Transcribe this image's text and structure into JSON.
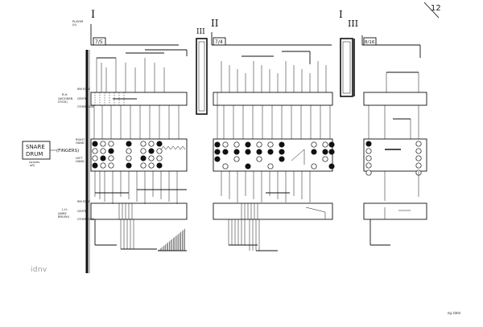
{
  "page": {
    "page_number": "12",
    "catalog_code": "eg 2362",
    "watermark": "idnv"
  },
  "player_label": "PLAYER\n(II)",
  "sections": [
    {
      "numeral": "I",
      "tempo_box": "7/5"
    },
    {
      "numeral": "II",
      "tempo_box": "7/4"
    },
    {
      "numeral": "I",
      "tempo_box": "8/16"
    }
  ],
  "sub_numerals": [
    "III",
    "III"
  ],
  "instrument": {
    "name": "SNARE\nDRUM",
    "note": "(snares\noff)",
    "fingers_label": "(FINGERS)"
  },
  "hands": {
    "rh_label": "R.H.",
    "rh_sub": "(WOODEN\nSTICK)",
    "lh_label": "L.H.",
    "lh_sub": "(WIRE\nBRUSH)",
    "right_hand": "RIGHT\nHAND",
    "left_hand": "LEFT\nHAND"
  },
  "staff_rows": {
    "rim_top": "RIM\nEDGE",
    "centre": "CENTRE",
    "rim_bottom": "OTHER\nEDGE"
  }
}
